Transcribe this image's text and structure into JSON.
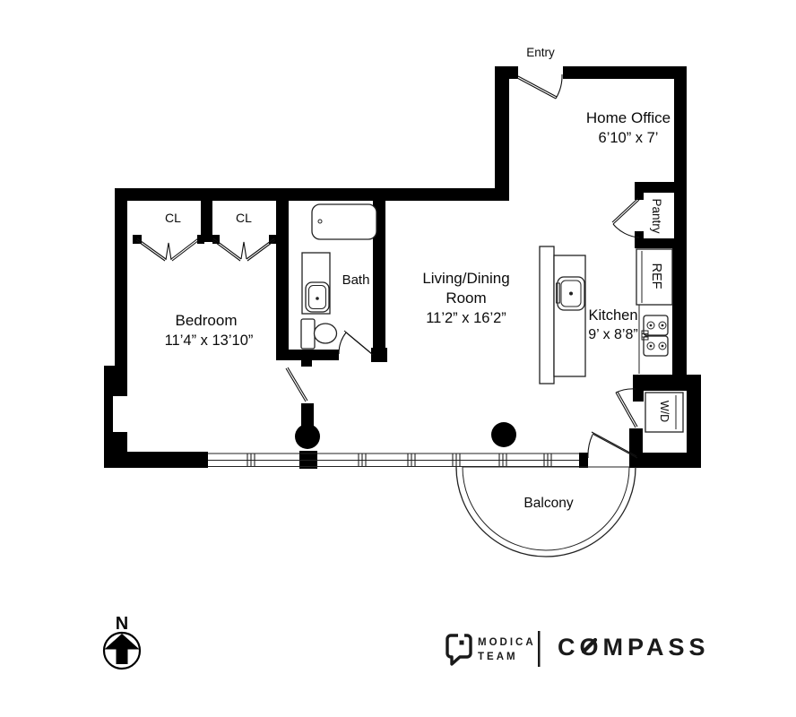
{
  "plan": {
    "rooms": {
      "entry": {
        "label": "Entry"
      },
      "home_office": {
        "label": "Home Office",
        "dims": "6’10” x 7’"
      },
      "pantry": {
        "label": "Pantry"
      },
      "ref": {
        "label": "REF"
      },
      "kitchen": {
        "label": "Kitchen",
        "dims": "9’ x 8’8”"
      },
      "living_dining": {
        "label_line1": "Living/Dining",
        "label_line2": "Room",
        "dims": "11’2” x 16’2”"
      },
      "bath": {
        "label": "Bath"
      },
      "bedroom": {
        "label": "Bedroom",
        "dims": "11’4” x 13’10”"
      },
      "closet_left": {
        "label": "CL"
      },
      "closet_right": {
        "label": "CL"
      },
      "washer_dryer": {
        "label": "W/D"
      },
      "balcony": {
        "label": "Balcony"
      }
    },
    "compass_rose": {
      "north_label": "N"
    },
    "colors": {
      "wall": "#000000",
      "balcony_fill": "#f7f2d6",
      "background": "#ffffff"
    }
  },
  "branding": {
    "team_name_line1": "MODICA",
    "team_name_line2": "TEAM",
    "brokerage": "COMPASS"
  }
}
